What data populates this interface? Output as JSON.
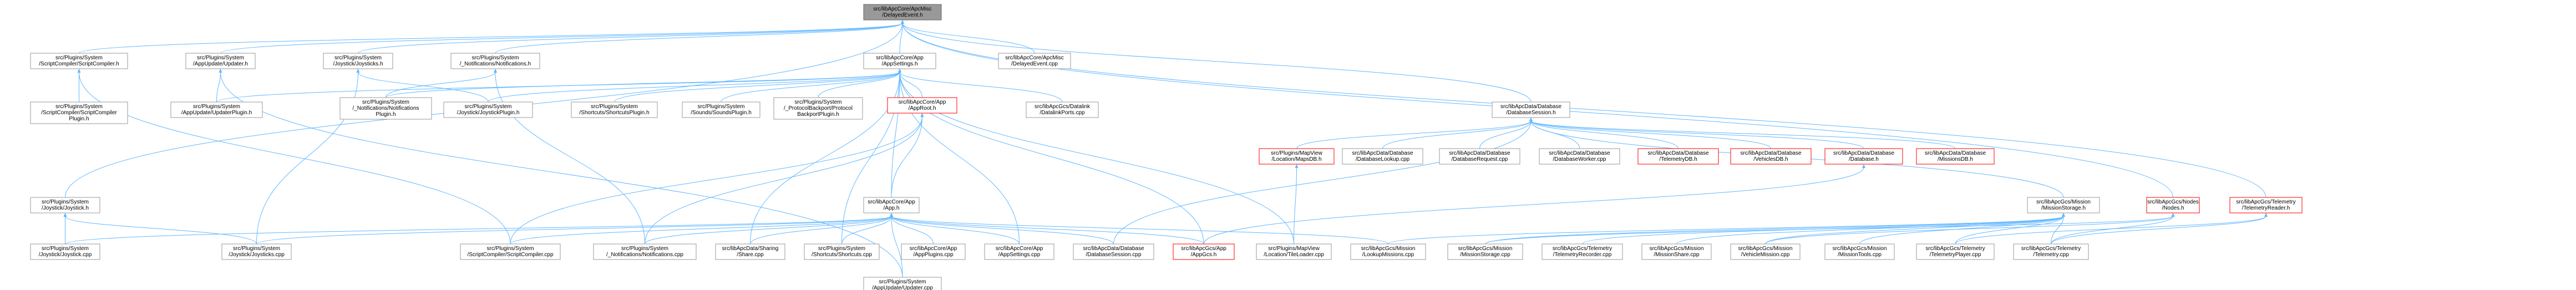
{
  "colors": {
    "background": "#ffffff",
    "node_border": "#999999",
    "root_fill": "#999999",
    "highlight_border": "#ff0000",
    "edge": "#63b8ff",
    "text": "#000000"
  },
  "nodes": [
    {
      "id": "n0",
      "lines": [
        "src/libApcCore/ApcMisc",
        "/DelayedEvent.h"
      ],
      "style": "root"
    },
    {
      "id": "n1",
      "lines": [
        "src/Plugins/System",
        "/ScriptCompiler/ScriptCompiler.h"
      ],
      "style": "normal"
    },
    {
      "id": "n2",
      "lines": [
        "src/Plugins/System",
        "/AppUpdate/Updater.h"
      ],
      "style": "normal"
    },
    {
      "id": "n3",
      "lines": [
        "src/Plugins/System",
        "/Joystick/Joysticks.h"
      ],
      "style": "normal"
    },
    {
      "id": "n4",
      "lines": [
        "src/Plugins/System",
        "/_Notifications/Notifications.h"
      ],
      "style": "normal"
    },
    {
      "id": "n5",
      "lines": [
        "src/libApcCore/App",
        "/AppSettings.h"
      ],
      "style": "normal"
    },
    {
      "id": "n6",
      "lines": [
        "src/libApcCore/ApcMisc",
        "/DelayedEvent.cpp"
      ],
      "style": "normal"
    },
    {
      "id": "n7",
      "lines": [
        "src/libApcData/Database",
        "/DatabaseSession.h"
      ],
      "style": "normal"
    },
    {
      "id": "n8",
      "lines": [
        "src/libApcGcs/Nodes",
        "/Nodes.h"
      ],
      "style": "red"
    },
    {
      "id": "n9",
      "lines": [
        "src/libApcGcs/Telemetry",
        "/TelemetryReader.h"
      ],
      "style": "red"
    },
    {
      "id": "n10",
      "lines": [
        "src/Plugins/System",
        "/ScriptCompiler/ScriptCompiler",
        "Plugin.h"
      ],
      "style": "normal"
    },
    {
      "id": "n11",
      "lines": [
        "src/Plugins/System",
        "/AppUpdate/UpdaterPlugin.h"
      ],
      "style": "normal"
    },
    {
      "id": "n12",
      "lines": [
        "src/Plugins/System",
        "/_Notifications/Notifications",
        "Plugin.h"
      ],
      "style": "normal"
    },
    {
      "id": "n13",
      "lines": [
        "src/Plugins/System",
        "/Joystick/JoystickPlugin.h"
      ],
      "style": "normal"
    },
    {
      "id": "n14",
      "lines": [
        "src/Plugins/System",
        "/Shortcuts/ShortcutsPlugin.h"
      ],
      "style": "normal"
    },
    {
      "id": "n15",
      "lines": [
        "src/Plugins/System",
        "/Sounds/SoundsPlugin.h"
      ],
      "style": "normal"
    },
    {
      "id": "n16",
      "lines": [
        "src/Plugins/System",
        "/_ProtocolBackport/Protocol",
        "BackportPlugin.h"
      ],
      "style": "normal"
    },
    {
      "id": "n17",
      "lines": [
        "src/libApcCore/App",
        "/AppRoot.h"
      ],
      "style": "red"
    },
    {
      "id": "n18",
      "lines": [
        "src/libApcGcs/Datalink",
        "/DatalinkPorts.cpp"
      ],
      "style": "normal"
    },
    {
      "id": "n19",
      "lines": [
        "src/Plugins/MapView",
        "/Location/MapsDB.h"
      ],
      "style": "red"
    },
    {
      "id": "n20",
      "lines": [
        "src/libApcData/Database",
        "/DatabaseLookup.cpp"
      ],
      "style": "normal"
    },
    {
      "id": "n21",
      "lines": [
        "src/libApcData/Database",
        "/DatabaseRequest.cpp"
      ],
      "style": "normal"
    },
    {
      "id": "n22",
      "lines": [
        "src/libApcData/Database",
        "/DatabaseWorker.cpp"
      ],
      "style": "normal"
    },
    {
      "id": "n23",
      "lines": [
        "src/libApcData/Database",
        "/TelemetryDB.h"
      ],
      "style": "red"
    },
    {
      "id": "n24",
      "lines": [
        "src/libApcData/Database",
        "/VehiclesDB.h"
      ],
      "style": "red"
    },
    {
      "id": "n25",
      "lines": [
        "src/libApcData/Database",
        "/Database.h"
      ],
      "style": "red"
    },
    {
      "id": "n26",
      "lines": [
        "src/libApcData/Database",
        "/MissionsDB.h"
      ],
      "style": "red"
    },
    {
      "id": "n27",
      "lines": [
        "src/libApcGcs/Mission",
        "/MissionStorage.h"
      ],
      "style": "normal"
    },
    {
      "id": "n28",
      "lines": [
        "src/Plugins/System",
        "/Joystick/Joystick.h"
      ],
      "style": "normal"
    },
    {
      "id": "n29",
      "lines": [
        "src/libApcCore/App",
        "/App.h"
      ],
      "style": "normal"
    },
    {
      "id": "n30",
      "lines": [
        "src/Plugins/System",
        "/Joystick/Joystick.cpp"
      ],
      "style": "normal"
    },
    {
      "id": "n31",
      "lines": [
        "src/Plugins/System",
        "/Joystick/Joysticks.cpp"
      ],
      "style": "normal"
    },
    {
      "id": "n32",
      "lines": [
        "src/Plugins/System",
        "/ScriptCompiler/ScriptCompiler.cpp"
      ],
      "style": "normal"
    },
    {
      "id": "n33",
      "lines": [
        "src/Plugins/System",
        "/_Notifications/Notifications.cpp"
      ],
      "style": "normal"
    },
    {
      "id": "n34",
      "lines": [
        "src/libApcData/Sharing",
        "/Share.cpp"
      ],
      "style": "normal"
    },
    {
      "id": "n35",
      "lines": [
        "src/Plugins/System",
        "/Shortcuts/Shortcuts.cpp"
      ],
      "style": "normal"
    },
    {
      "id": "n36",
      "lines": [
        "src/libApcCore/App",
        "/AppPlugins.cpp"
      ],
      "style": "normal"
    },
    {
      "id": "n37",
      "lines": [
        "src/libApcCore/App",
        "/AppSettings.cpp"
      ],
      "style": "normal"
    },
    {
      "id": "n38",
      "lines": [
        "src/libApcData/Database",
        "/DatabaseSession.cpp"
      ],
      "style": "normal"
    },
    {
      "id": "n39",
      "lines": [
        "src/libApcGcs/App",
        "/AppGcs.h"
      ],
      "style": "red"
    },
    {
      "id": "n40",
      "lines": [
        "src/Plugins/MapView",
        "/Location/TileLoader.cpp"
      ],
      "style": "normal"
    },
    {
      "id": "n41",
      "lines": [
        "src/libApcGcs/Mission",
        "/LookupMissions.cpp"
      ],
      "style": "normal"
    },
    {
      "id": "n42",
      "lines": [
        "src/libApcGcs/Mission",
        "/MissionStorage.cpp"
      ],
      "style": "normal"
    },
    {
      "id": "n43",
      "lines": [
        "src/libApcGcs/Telemetry",
        "/TelemetryRecorder.cpp"
      ],
      "style": "normal"
    },
    {
      "id": "n44",
      "lines": [
        "src/libApcGcs/Mission",
        "/MissionShare.cpp"
      ],
      "style": "normal"
    },
    {
      "id": "n45",
      "lines": [
        "src/libApcGcs/Mission",
        "/VehicleMission.cpp"
      ],
      "style": "normal"
    },
    {
      "id": "n46",
      "lines": [
        "src/libApcGcs/Mission",
        "/MissionTools.cpp"
      ],
      "style": "normal"
    },
    {
      "id": "n47",
      "lines": [
        "src/libApcGcs/Telemetry",
        "/TelemetryPlayer.cpp"
      ],
      "style": "normal"
    },
    {
      "id": "n48",
      "lines": [
        "src/libApcGcs/Telemetry",
        "/Telemetry.cpp"
      ],
      "style": "normal"
    },
    {
      "id": "n49",
      "lines": [
        "src/Plugins/System",
        "/AppUpdate/Updater.cpp"
      ],
      "style": "normal"
    }
  ],
  "edges": [
    [
      "n1",
      "n0"
    ],
    [
      "n2",
      "n0"
    ],
    [
      "n3",
      "n0"
    ],
    [
      "n4",
      "n0"
    ],
    [
      "n5",
      "n0"
    ],
    [
      "n6",
      "n0"
    ],
    [
      "n7",
      "n0"
    ],
    [
      "n8",
      "n0"
    ],
    [
      "n9",
      "n0"
    ],
    [
      "n28",
      "n0"
    ],
    [
      "n10",
      "n1"
    ],
    [
      "n32",
      "n1"
    ],
    [
      "n11",
      "n2"
    ],
    [
      "n49",
      "n2"
    ],
    [
      "n13",
      "n3"
    ],
    [
      "n31",
      "n3"
    ],
    [
      "n12",
      "n4"
    ],
    [
      "n33",
      "n4"
    ],
    [
      "n11",
      "n5"
    ],
    [
      "n12",
      "n5"
    ],
    [
      "n13",
      "n5"
    ],
    [
      "n14",
      "n5"
    ],
    [
      "n15",
      "n5"
    ],
    [
      "n16",
      "n5"
    ],
    [
      "n17",
      "n5"
    ],
    [
      "n18",
      "n5"
    ],
    [
      "n29",
      "n5"
    ],
    [
      "n37",
      "n5"
    ],
    [
      "n35",
      "n5"
    ],
    [
      "n34",
      "n5"
    ],
    [
      "n39",
      "n5"
    ],
    [
      "n40",
      "n5"
    ],
    [
      "n19",
      "n7"
    ],
    [
      "n20",
      "n7"
    ],
    [
      "n21",
      "n7"
    ],
    [
      "n22",
      "n7"
    ],
    [
      "n23",
      "n7"
    ],
    [
      "n24",
      "n7"
    ],
    [
      "n25",
      "n7"
    ],
    [
      "n26",
      "n7"
    ],
    [
      "n27",
      "n7"
    ],
    [
      "n38",
      "n7"
    ],
    [
      "n29",
      "n17"
    ],
    [
      "n32",
      "n17"
    ],
    [
      "n33",
      "n17"
    ],
    [
      "n40",
      "n19"
    ],
    [
      "n39",
      "n25"
    ],
    [
      "n41",
      "n27"
    ],
    [
      "n42",
      "n27"
    ],
    [
      "n43",
      "n27"
    ],
    [
      "n44",
      "n27"
    ],
    [
      "n45",
      "n27"
    ],
    [
      "n46",
      "n27"
    ],
    [
      "n47",
      "n27"
    ],
    [
      "n48",
      "n27"
    ],
    [
      "n42",
      "n8"
    ],
    [
      "n45",
      "n8"
    ],
    [
      "n48",
      "n8"
    ],
    [
      "n47",
      "n9"
    ],
    [
      "n48",
      "n9"
    ],
    [
      "n30",
      "n28"
    ],
    [
      "n31",
      "n28"
    ],
    [
      "n30",
      "n29"
    ],
    [
      "n31",
      "n29"
    ],
    [
      "n32",
      "n29"
    ],
    [
      "n33",
      "n29"
    ],
    [
      "n34",
      "n29"
    ],
    [
      "n35",
      "n29"
    ],
    [
      "n36",
      "n29"
    ],
    [
      "n37",
      "n29"
    ],
    [
      "n38",
      "n29"
    ],
    [
      "n39",
      "n29"
    ],
    [
      "n41",
      "n29"
    ],
    [
      "n49",
      "n29"
    ]
  ]
}
